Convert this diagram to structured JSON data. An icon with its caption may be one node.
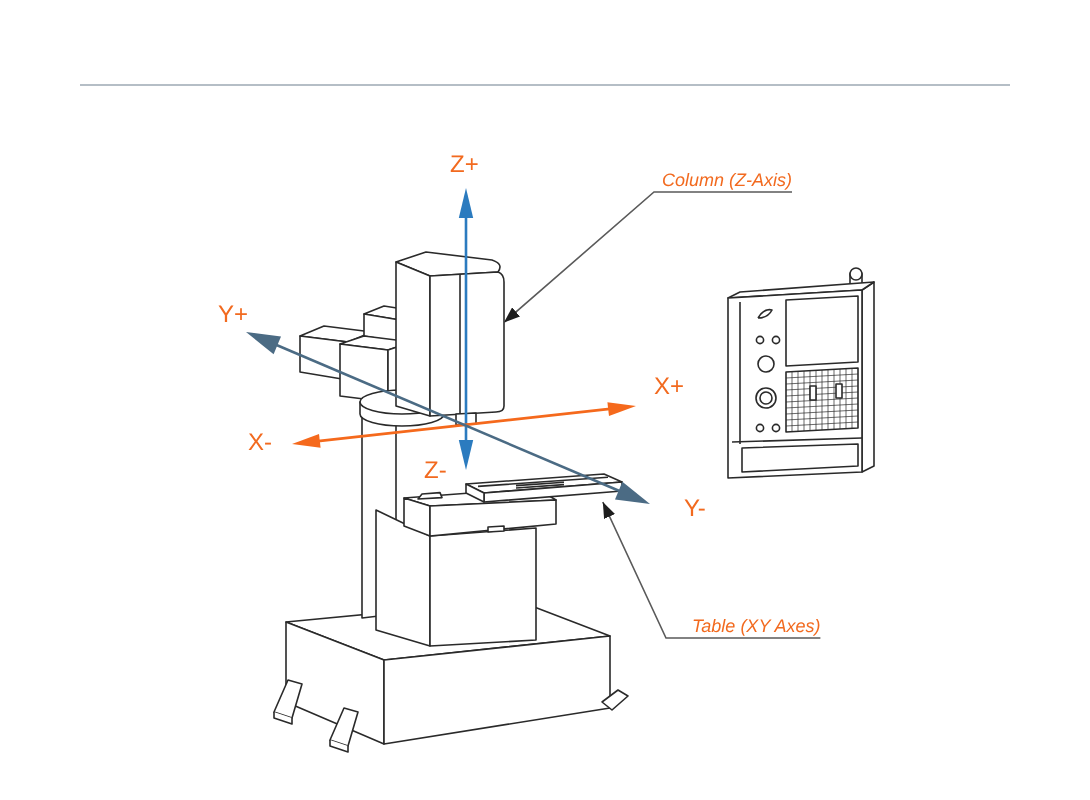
{
  "diagram": {
    "nodes": [
      {
        "text": [
          "Column (Z-Axis)"
        ]
      },
      {
        "text": [],
        "shape": "picture"
      },
      {
        "text": [],
        "shape": "picture"
      },
      {
        "text": [
          "Table (XY Axes)"
        ]
      }
    ],
    "edges": [
      {
        "from": 0,
        "to": 1,
        "arrow": "to"
      },
      {
        "from": 3,
        "to": 2,
        "arrow": "to"
      }
    ],
    "labels": [
      "Z+",
      "Y+",
      "X+",
      "X-",
      "Z-",
      "Y-"
    ]
  }
}
